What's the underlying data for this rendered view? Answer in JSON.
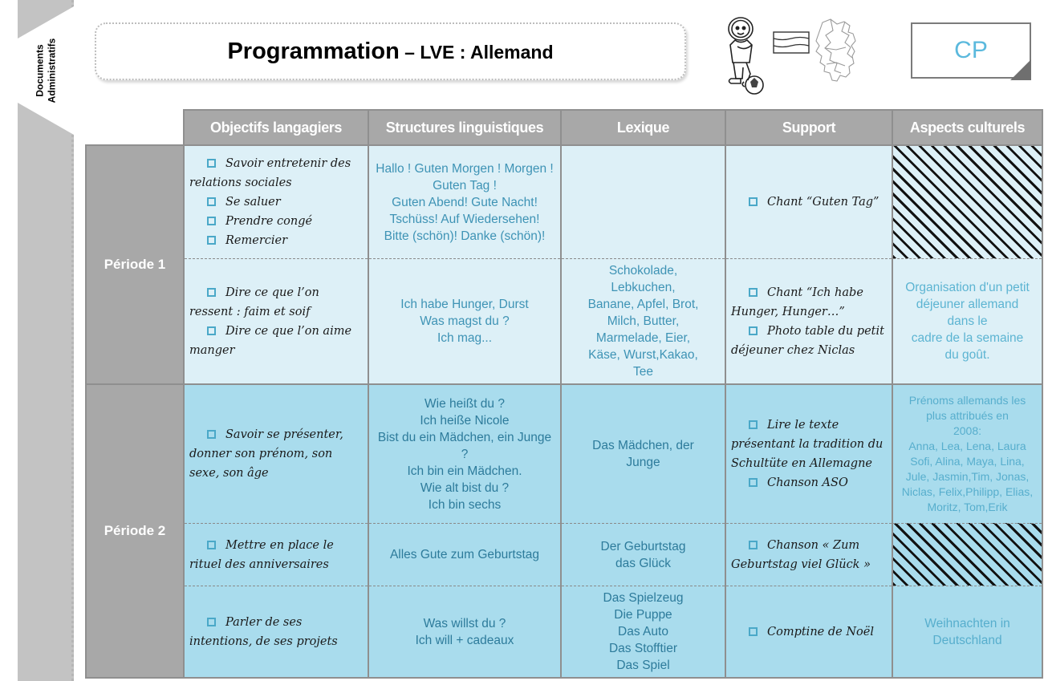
{
  "sidebar": {
    "tab_label_line1": "Documents",
    "tab_label_line2": "Administratifs"
  },
  "header": {
    "title_main": "Programmation",
    "title_sep": " – ",
    "title_sub": "LVE : Allemand",
    "level_badge": "CP",
    "clipart": [
      "boy-with-football-icon",
      "german-flag-icon",
      "germany-map-icon"
    ]
  },
  "table": {
    "columns": [
      "Objectifs langagiers",
      "Structures linguistiques",
      "Lexique",
      "Support",
      "Aspects culturels"
    ],
    "periods": [
      {
        "label": "Période 1",
        "objectifs": [
          {
            "items": [
              "Savoir entretenir des relations sociales",
              "Se saluer",
              "Prendre congé",
              "Remercier"
            ]
          },
          {
            "items": [
              "Dire ce que l’on ressent : faim et soif",
              "Dire ce que l’on aime manger"
            ]
          }
        ],
        "structures": [
          {
            "text": "Hallo ! Guten Morgen ! Morgen ! Guten Tag !\nGuten Abend! Gute Nacht!\nTschüss! Auf Wiedersehen!\nBitte (schön)! Danke (schön)!",
            "rowspan": 1
          },
          {
            "text": "Ich habe Hunger, Durst\nWas magst du ?\nIch mag...",
            "rowspan": 1
          }
        ],
        "lexique": [
          {
            "text": "",
            "hatched": false
          },
          {
            "text": "Schokolade,\nLebkuchen,\nBanane, Apfel, Brot,\nMilch, Butter,\nMarmelade, Eier,\nKäse, Wurst,Kakao,\nTee",
            "hatched": false
          }
        ],
        "support": [
          {
            "items": [
              "Chant “Guten Tag”"
            ]
          },
          {
            "items": [
              "Chant “Ich habe Hunger, Hunger…”",
              "Photo table du petit déjeuner chez Niclas"
            ]
          }
        ],
        "aspects": [
          {
            "text": "",
            "hatched": true
          },
          {
            "text": "Organisation d'un petit\ndéjeuner allemand\ndans le\ncadre de la semaine\ndu goût.",
            "hatched": false
          }
        ]
      },
      {
        "label": "Période 2",
        "objectifs": [
          {
            "items": [
              "Savoir se présenter, donner son prénom, son sexe, son âge"
            ]
          },
          {
            "items": [
              "Mettre en place le rituel des anniversaires"
            ]
          },
          {
            "items": [
              "Parler de ses intentions, de ses projets"
            ]
          }
        ],
        "structures": [
          {
            "text": "Wie heißt du ?\nIch heiße Nicole\nBist du ein Mädchen, ein Junge ?\nIch bin ein Mädchen.\nWie alt bist du ?\nIch bin sechs"
          },
          {
            "text": "Alles Gute zum Geburtstag"
          },
          {
            "text": "Was willst du ?\nIch will + cadeaux"
          }
        ],
        "lexique": [
          {
            "text": "Das Mädchen, der\nJunge"
          },
          {
            "text": "Der Geburtstag\ndas Glück"
          },
          {
            "text": "Das Spielzeug\nDie Puppe\nDas Auto\nDas Stofftier\nDas Spiel"
          }
        ],
        "support": [
          {
            "items": [
              "Lire le texte présentant la tradition du Schultüte en Allemagne",
              "Chanson ASO"
            ]
          },
          {
            "items": [
              "Chanson « Zum Geburtstag viel Glück »"
            ]
          },
          {
            "items": [
              "Comptine de Noël"
            ]
          }
        ],
        "aspects": [
          {
            "text": "Prénoms allemands les\nplus attribués en\n2008:\nAnna, Lea, Lena, Laura\nSofi, Alina, Maya, Lina,\nJule, Jasmin,Tim, Jonas,\nNiclas, Felix,Philipp, Elias,\nMoritz, Tom,Erik",
            "hatched": false
          },
          {
            "text": "",
            "hatched": true
          },
          {
            "text": "Weihnachten in\nDeutschland",
            "hatched": false
          }
        ]
      }
    ]
  },
  "colors": {
    "period_band": "#a8a8a8",
    "period1_bg": "#ddf0f7",
    "period2_bg": "#a9dced",
    "blue_text": "#3e93b5",
    "badge_blue": "#5bb9dd",
    "sidebar_gray": "#c3c3c3"
  }
}
